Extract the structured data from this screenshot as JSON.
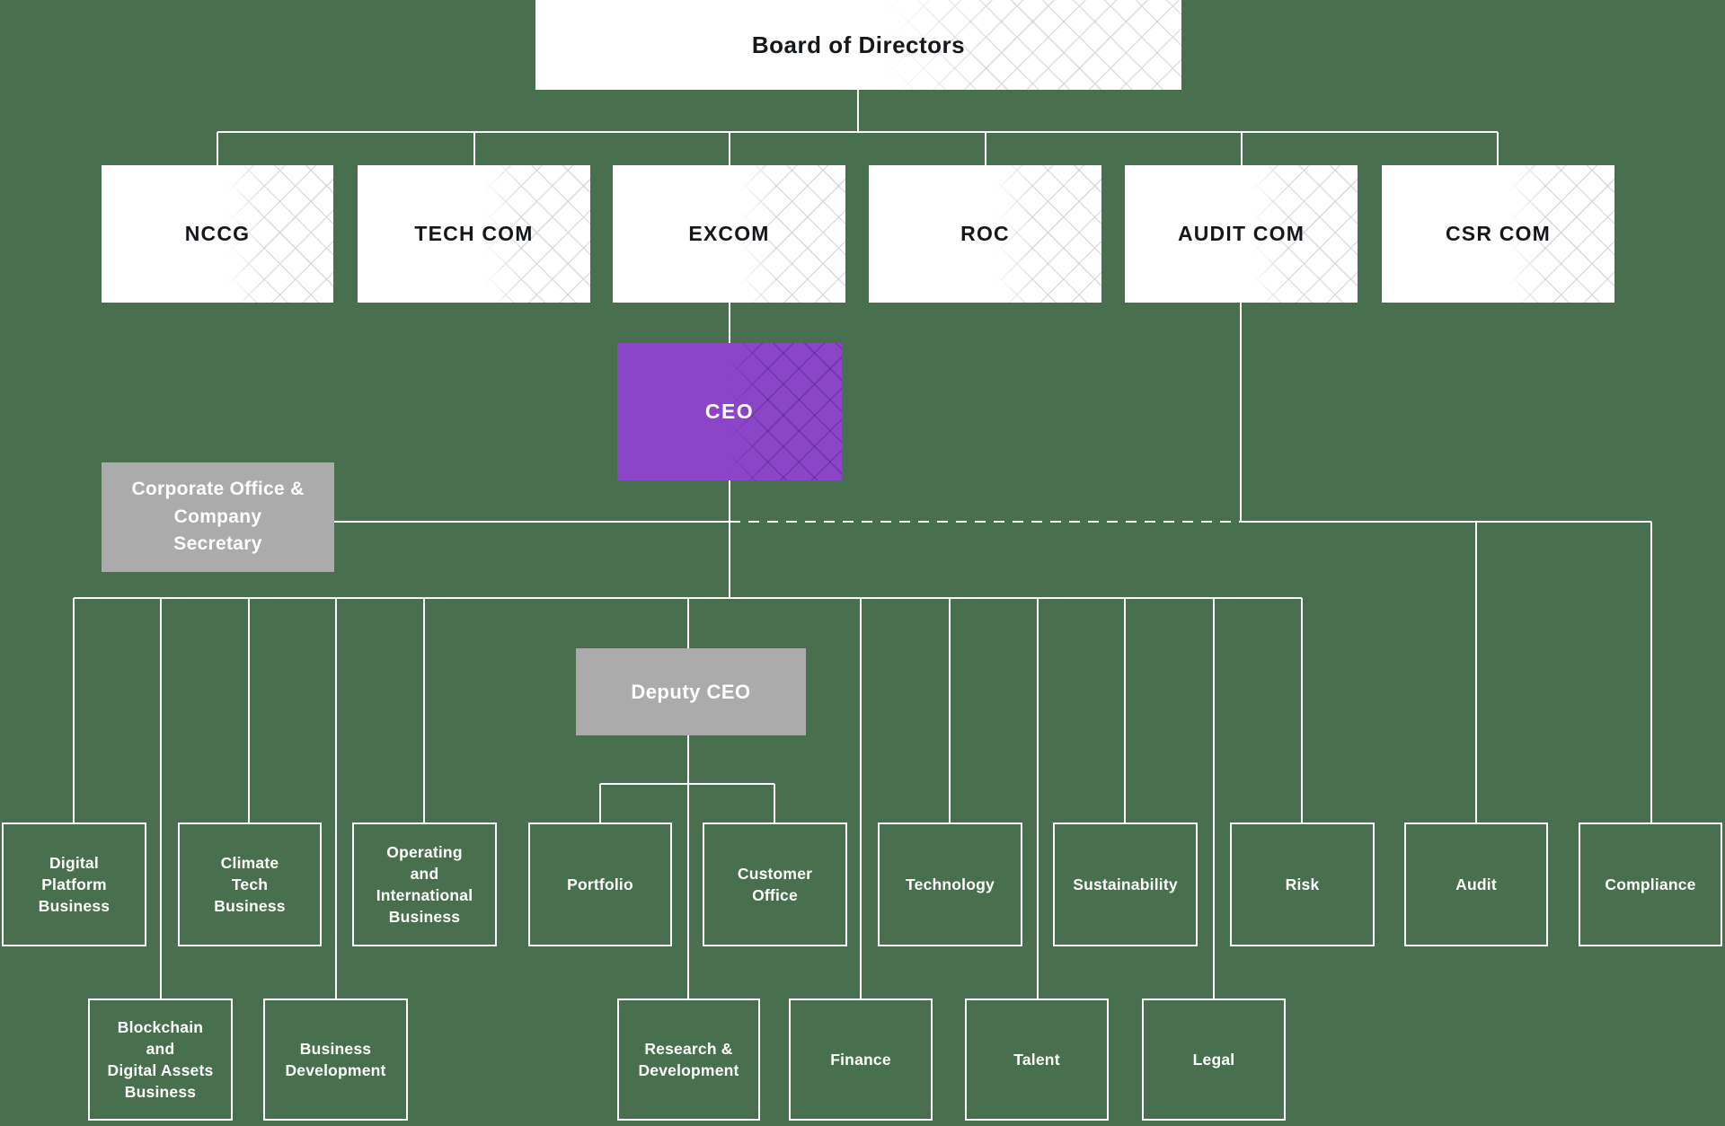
{
  "colors": {
    "background_green": "#48704F",
    "ceo_purple": "#8B46C8",
    "box_gray": "#ABABAB",
    "box_white": "#FFFFFF",
    "line_white": "#FFFFFF",
    "text_dark": "#15181B"
  },
  "org": {
    "board": {
      "label": "Board of Directors"
    },
    "committees": [
      {
        "label": "NCCG"
      },
      {
        "label": "TECH COM"
      },
      {
        "label": "EXCOM"
      },
      {
        "label": "ROC"
      },
      {
        "label": "AUDIT COM"
      },
      {
        "label": "CSR COM"
      }
    ],
    "ceo": {
      "label": "CEO"
    },
    "corporate_office": {
      "lines": [
        "Corporate Office &",
        "Company",
        "Secretary"
      ]
    },
    "deputy_ceo": {
      "label": "Deputy CEO"
    },
    "divisions_row1": [
      {
        "lines": [
          "Digital",
          "Platform",
          "Business"
        ]
      },
      {
        "lines": [
          "Climate",
          "Tech",
          "Business"
        ]
      },
      {
        "lines": [
          "Operating",
          "and",
          "International",
          "Business"
        ]
      },
      {
        "lines": [
          "Portfolio"
        ]
      },
      {
        "lines": [
          "Customer",
          "Office"
        ]
      },
      {
        "lines": [
          "Technology"
        ]
      },
      {
        "lines": [
          "Sustainability"
        ]
      },
      {
        "lines": [
          "Risk"
        ]
      },
      {
        "lines": [
          "Audit"
        ]
      },
      {
        "lines": [
          "Compliance"
        ]
      }
    ],
    "divisions_row2": [
      {
        "lines": [
          "Blockchain",
          "and",
          "Digital Assets",
          "Business"
        ]
      },
      {
        "lines": [
          "Business",
          "Development"
        ]
      },
      {
        "lines": [
          "Research &",
          "Development"
        ]
      },
      {
        "lines": [
          "Finance"
        ]
      },
      {
        "lines": [
          "Talent"
        ]
      },
      {
        "lines": [
          "Legal"
        ]
      }
    ]
  }
}
